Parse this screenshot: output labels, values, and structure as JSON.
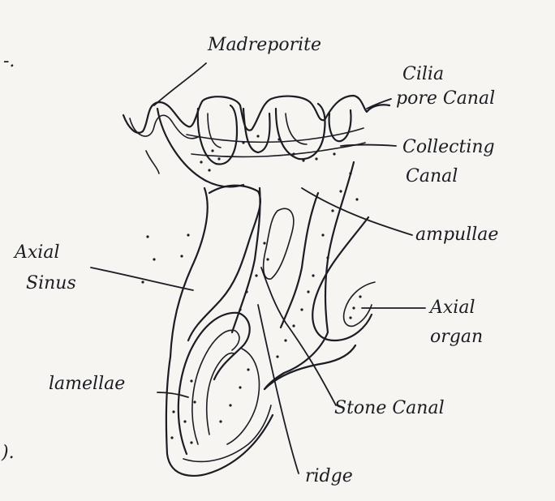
{
  "labels": {
    "madreporite": "Madreporite",
    "cilia": "Cilia",
    "pore_canal": "pore Canal",
    "collecting_canal_1": "Collecting",
    "collecting_canal_2": "Canal",
    "ampullae": "ampullae",
    "axial_sinus_1": "Axial",
    "axial_sinus_2": "Sinus",
    "axial_organ_1": "Axial",
    "axial_organ_2": "organ",
    "lamellae": "lamellae",
    "stone_canal": "Stone Canal",
    "ridge": "ridge"
  },
  "edge_marks": {
    "top_left": "-.",
    "bottom_left": ")."
  },
  "colors": {
    "paper": "#f6f5f1",
    "ink": "#1c1c24"
  }
}
